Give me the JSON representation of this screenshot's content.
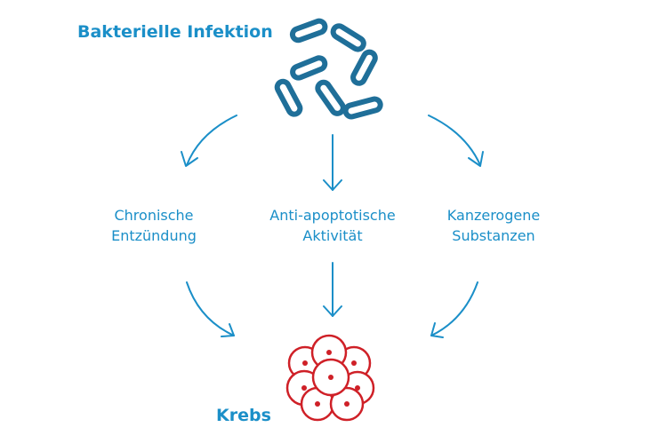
{
  "diagram": {
    "source_label": "Bakterielle Infektion",
    "target_label": "Krebs",
    "mechanisms": [
      {
        "line1": "Chronische",
        "line2": "Entzündung"
      },
      {
        "line1": "Anti-apoptotische",
        "line2": "Aktivität"
      },
      {
        "line1": "Kanzerogene",
        "line2": "Substanzen"
      }
    ]
  },
  "colors": {
    "label_blue": "#1b8fc8",
    "bacteria_blue": "#1f6f99",
    "cell_red": "#cf2027"
  },
  "icons": [
    "bacteria-icon",
    "cancer-cells-icon"
  ]
}
